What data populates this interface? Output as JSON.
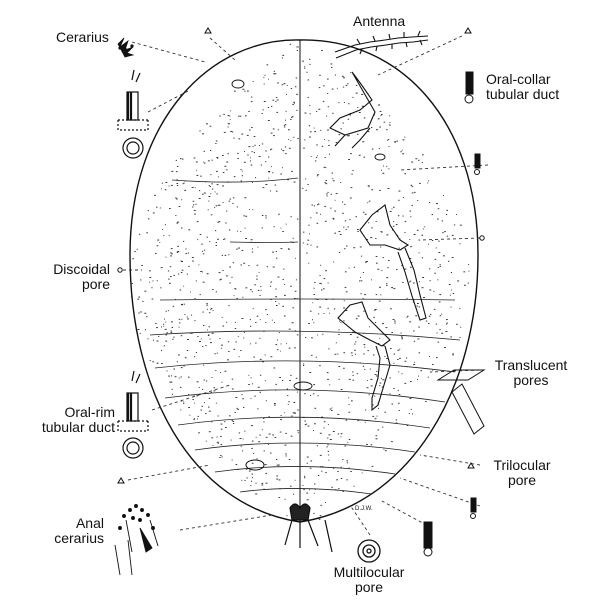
{
  "colors": {
    "ink": "#111111",
    "background": "#ffffff"
  },
  "labels": {
    "cerarius": "Cerarius",
    "antenna": "Antenna",
    "oral_collar": [
      "Oral-collar",
      "tubular duct"
    ],
    "discoidal": [
      "Discoidal",
      "pore"
    ],
    "translucent": [
      "Translucent",
      "pores"
    ],
    "oral_rim": [
      "Oral-rim",
      "tubular duct"
    ],
    "trilocular": [
      "Trilocular",
      "pore"
    ],
    "anal_cerarius": [
      "Anal",
      "cerarius"
    ],
    "multilocular": [
      "Multilocular",
      "pore"
    ],
    "signature": "D.J.W."
  }
}
